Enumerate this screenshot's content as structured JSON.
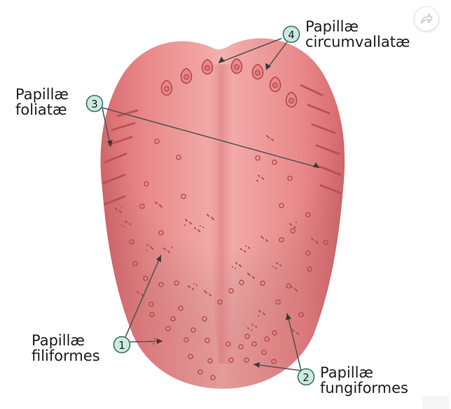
{
  "labels": {
    "circumvallatae": {
      "marker": "4",
      "line1": "Papillæ",
      "line2": "circumvallatæ"
    },
    "foliatae": {
      "marker": "3",
      "line1": "Papillæ",
      "line2": "foliatæ"
    },
    "filiformes": {
      "marker": "1",
      "line1": "Papillæ",
      "line2": "filiformes"
    },
    "fungiformes": {
      "marker": "2",
      "line1": "Papillæ",
      "line2": "fungiformes"
    }
  },
  "colors": {
    "tongue_fill": "#e98c8d",
    "tongue_center": "#f3b0ad",
    "tongue_edge": "#d86d70",
    "papilla_stroke": "#b8464d",
    "marker_fill": "#c9ece0",
    "marker_stroke": "#3b6f63",
    "leader_line": "#555555"
  },
  "controls": {
    "share_icon": "share-arrow-icon"
  }
}
